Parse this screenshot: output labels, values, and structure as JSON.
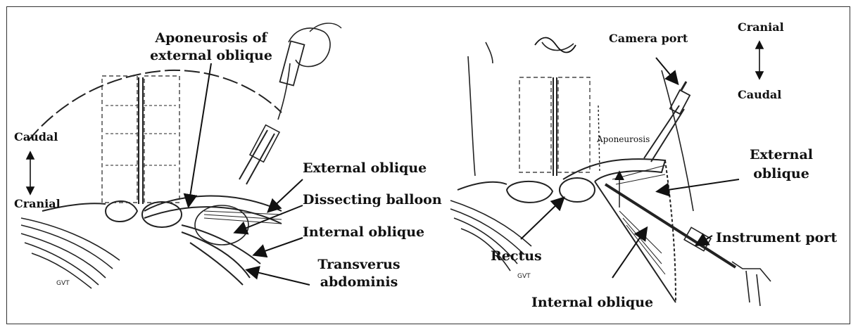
{
  "left_panel": {
    "labels": {
      "aponeurosis_line1": "Aponeurosis of",
      "aponeurosis_line2": "external oblique",
      "caudal": "Caudal",
      "cranial": "Cranial",
      "external_oblique": "External oblique",
      "dissecting_balloon": "Dissecting balloon",
      "internal_oblique": "Internal oblique",
      "transverus_line1": "Transverus",
      "transverus_line2": "abdominis"
    }
  },
  "right_panel": {
    "labels": {
      "camera_port": "Camera port",
      "cranial": "Cranial",
      "caudal": "Caudal",
      "aponeurosis": "Aponeurosis",
      "external_line1": "External",
      "external_line2": "oblique",
      "rectus": "Rectus",
      "instrument_port": "Instrument port",
      "internal_oblique": "Internal oblique"
    }
  },
  "colors": {
    "ink": "#111111",
    "frame": "#333333"
  },
  "icons": [
    "double-arrow-icon",
    "arrow-icon"
  ]
}
